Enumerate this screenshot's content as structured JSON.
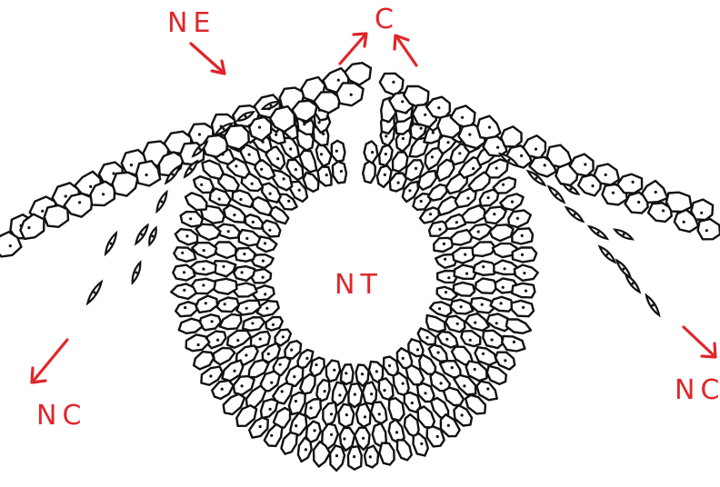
{
  "labels": {
    "ne": "NE",
    "c": "C",
    "nt": "NT",
    "nc_left": "NC",
    "nc_right": "NC"
  },
  "colors": {
    "label": "#e0262b",
    "outline": "#111111",
    "cell_fill": "#ffffff",
    "background": "#ffffff"
  }
}
